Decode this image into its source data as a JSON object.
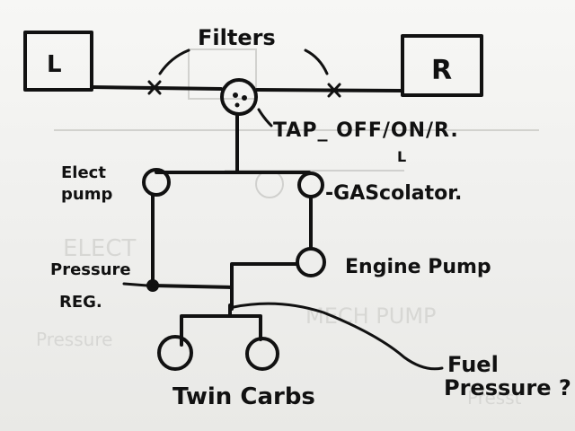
{
  "tanks": {
    "left": "L",
    "right": "R"
  },
  "labels": {
    "filters": "Filters",
    "tap": "TAP_ OFF/ON/R.",
    "tap_sub": "L",
    "elect_pump_1": "Elect",
    "elect_pump_2": "pump",
    "gascolator": "-GAScolator.",
    "engine_pump": "Engine Pump",
    "pressure_reg_1": "Pressure",
    "pressure_reg_2": "REG.",
    "twin_carbs": "Twin Carbs",
    "fuel_pressure_1": "Fuel",
    "fuel_pressure_2": "Pressure ?"
  },
  "colors": {
    "ink": "#111111",
    "paper": "#f2f2f0",
    "bleed": "#c9c9c6"
  }
}
